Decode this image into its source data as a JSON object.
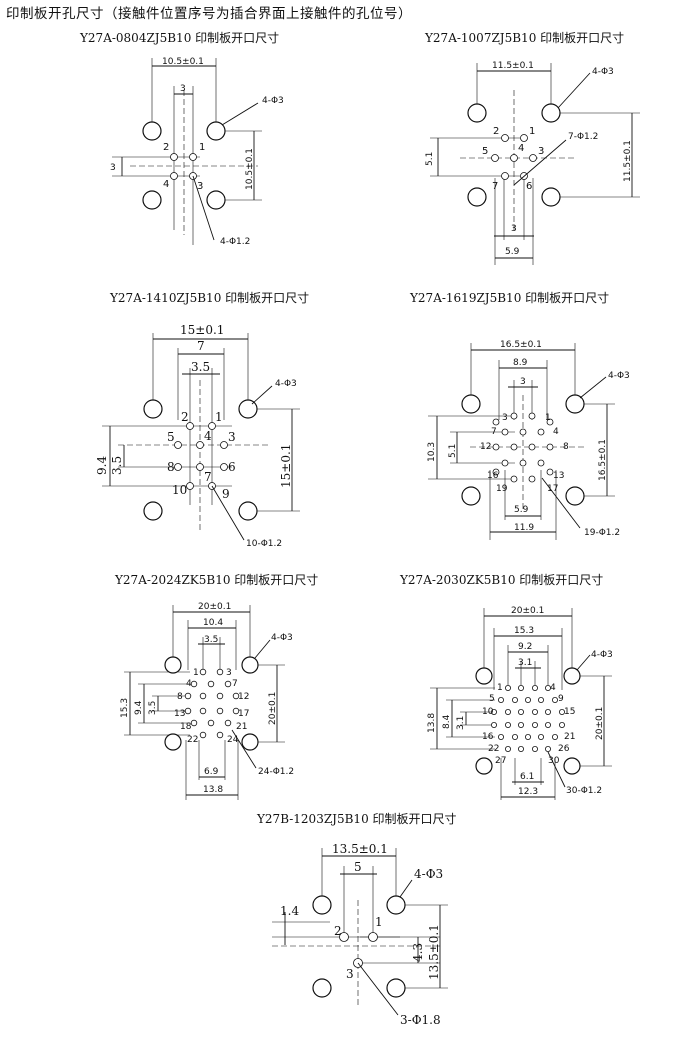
{
  "heading": "印制板开孔尺寸（接触件位置序号为插合界面上接触件的孔位号）",
  "panels": [
    {
      "title": "Y27A-0804ZJ5B10 印制板开口尺寸",
      "dims": [
        "10.5±0.1",
        "3",
        "3",
        "10.5±0.1"
      ],
      "callouts": [
        "4-Φ3",
        "4-Φ1.2"
      ],
      "pins": [
        "2",
        "1",
        "4",
        "3"
      ]
    },
    {
      "title": "Y27A-1007ZJ5B10 印制板开口尺寸",
      "dims": [
        "11.5±0.1",
        "5.1",
        "11.5±0.1",
        "3",
        "5.9"
      ],
      "callouts": [
        "4-Φ3",
        "7-Φ1.2"
      ],
      "pins": [
        "2",
        "1",
        "5",
        "3",
        "4",
        "7",
        "6"
      ]
    },
    {
      "title": "Y27A-1410ZJ5B10 印制板开口尺寸",
      "dims": [
        "15±0.1",
        "7",
        "3.5",
        "9.4",
        "3.5",
        "15±0.1"
      ],
      "callouts": [
        "4-Φ3",
        "10-Φ1.2"
      ],
      "pins": [
        "2",
        "1",
        "5",
        "3",
        "4",
        "8",
        "6",
        "7",
        "10",
        "9"
      ]
    },
    {
      "title": "Y27A-1619ZJ5B10 印制板开口尺寸",
      "dims": [
        "16.5±0.1",
        "8.9",
        "3",
        "10.3",
        "5.1",
        "16.5±0.1",
        "5.9",
        "11.9"
      ],
      "callouts": [
        "4-Φ3",
        "19-Φ1.2"
      ],
      "pins": [
        "3",
        "1",
        "7",
        "4",
        "12",
        "8",
        "16",
        "13",
        "19",
        "17"
      ]
    },
    {
      "title": "Y27A-2024ZK5B10 印制板开口尺寸",
      "dims": [
        "20±0.1",
        "10.4",
        "3.5",
        "15.3",
        "9.4",
        "3.5",
        "20±0.1",
        "6.9",
        "13.8"
      ],
      "callouts": [
        "4-Φ3",
        "24-Φ1.2"
      ],
      "pins": [
        "1",
        "3",
        "4",
        "7",
        "8",
        "12",
        "13",
        "17",
        "18",
        "21",
        "22",
        "24"
      ]
    },
    {
      "title": "Y27A-2030ZK5B10 印制板开口尺寸",
      "dims": [
        "20±0.1",
        "15.3",
        "9.2",
        "3.1",
        "13.8",
        "8.4",
        "3.1",
        "20±0.1",
        "6.1",
        "12.3"
      ],
      "callouts": [
        "4-Φ3",
        "30-Φ1.2"
      ],
      "pins": [
        "1",
        "4",
        "5",
        "9",
        "10",
        "15",
        "16",
        "21",
        "22",
        "26",
        "27",
        "30"
      ]
    },
    {
      "title": "Y27B-1203ZJ5B10 印制板开口尺寸",
      "dims": [
        "13.5±0.1",
        "5",
        "1.4",
        "4.3",
        "13.5±0.1"
      ],
      "callouts": [
        "4-Φ3",
        "3-Φ1.8"
      ],
      "pins": [
        "2",
        "1",
        "3"
      ]
    }
  ]
}
